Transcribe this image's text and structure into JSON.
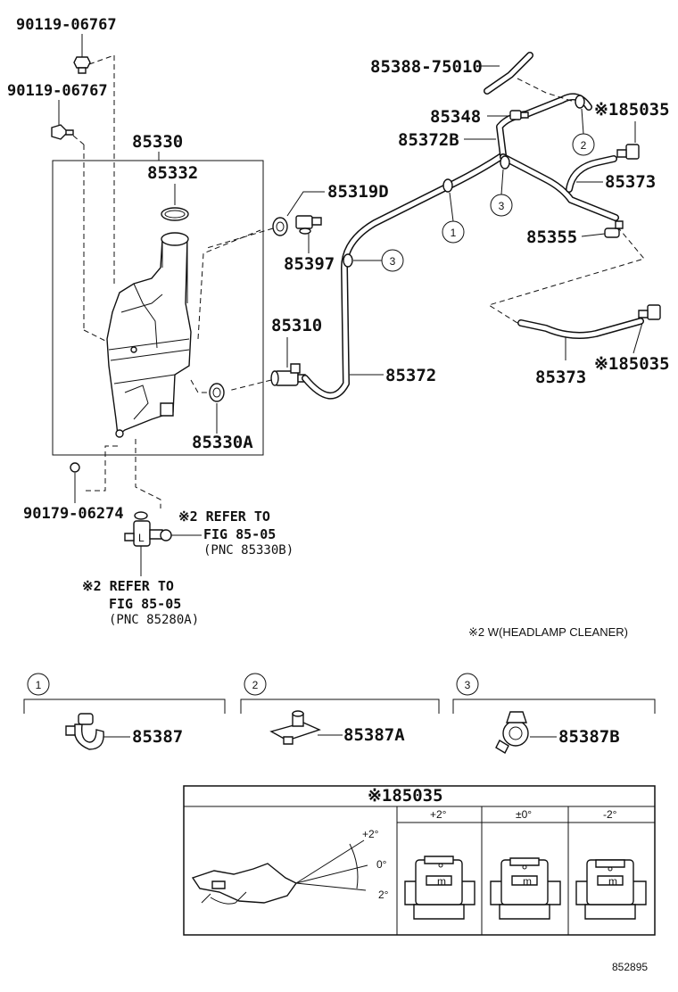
{
  "parts": {
    "bolt_top": "90119-06767",
    "bolt_second": "90119-06767",
    "tank_assy": "85330",
    "cap": "85332",
    "grommet_85319d": "85319D",
    "nozzle_85397": "85397",
    "motor_85310": "85310",
    "grommet_85330a": "85330A",
    "screw": "90179-06274",
    "hose_85388": "85388-75010",
    "joint_85348": "85348",
    "hose_85372b": "85372B",
    "jet_top": "※185035",
    "hose_85373_top": "85373",
    "check_85355": "85355",
    "hose_85372": "85372",
    "hose_85373_bottom": "85373",
    "jet_bottom": "※185035"
  },
  "refers": {
    "upper": {
      "line1": "※2 REFER TO",
      "line2": "FIG 85-05",
      "line3": "(PNC 85330B)"
    },
    "lower": {
      "line1": "※2 REFER TO",
      "line2": "FIG 85-05",
      "line3": "(PNC 85280A)"
    }
  },
  "footnote": "※2  W(HEADLAMP CLEANER)",
  "callouts": {
    "c1": "1",
    "c2": "2",
    "c3": "3"
  },
  "clamps": [
    {
      "num": "1",
      "part": "85387"
    },
    {
      "num": "2",
      "part": "85387A"
    },
    {
      "num": "3",
      "part": "85387B"
    }
  ],
  "adjust_table": {
    "title": "※185035",
    "columns": [
      "+2°",
      "±0°",
      "-2°"
    ],
    "angle_labels": {
      "up": "+2°",
      "zero": "0°",
      "down": "2°"
    }
  },
  "figure_id": "852895"
}
